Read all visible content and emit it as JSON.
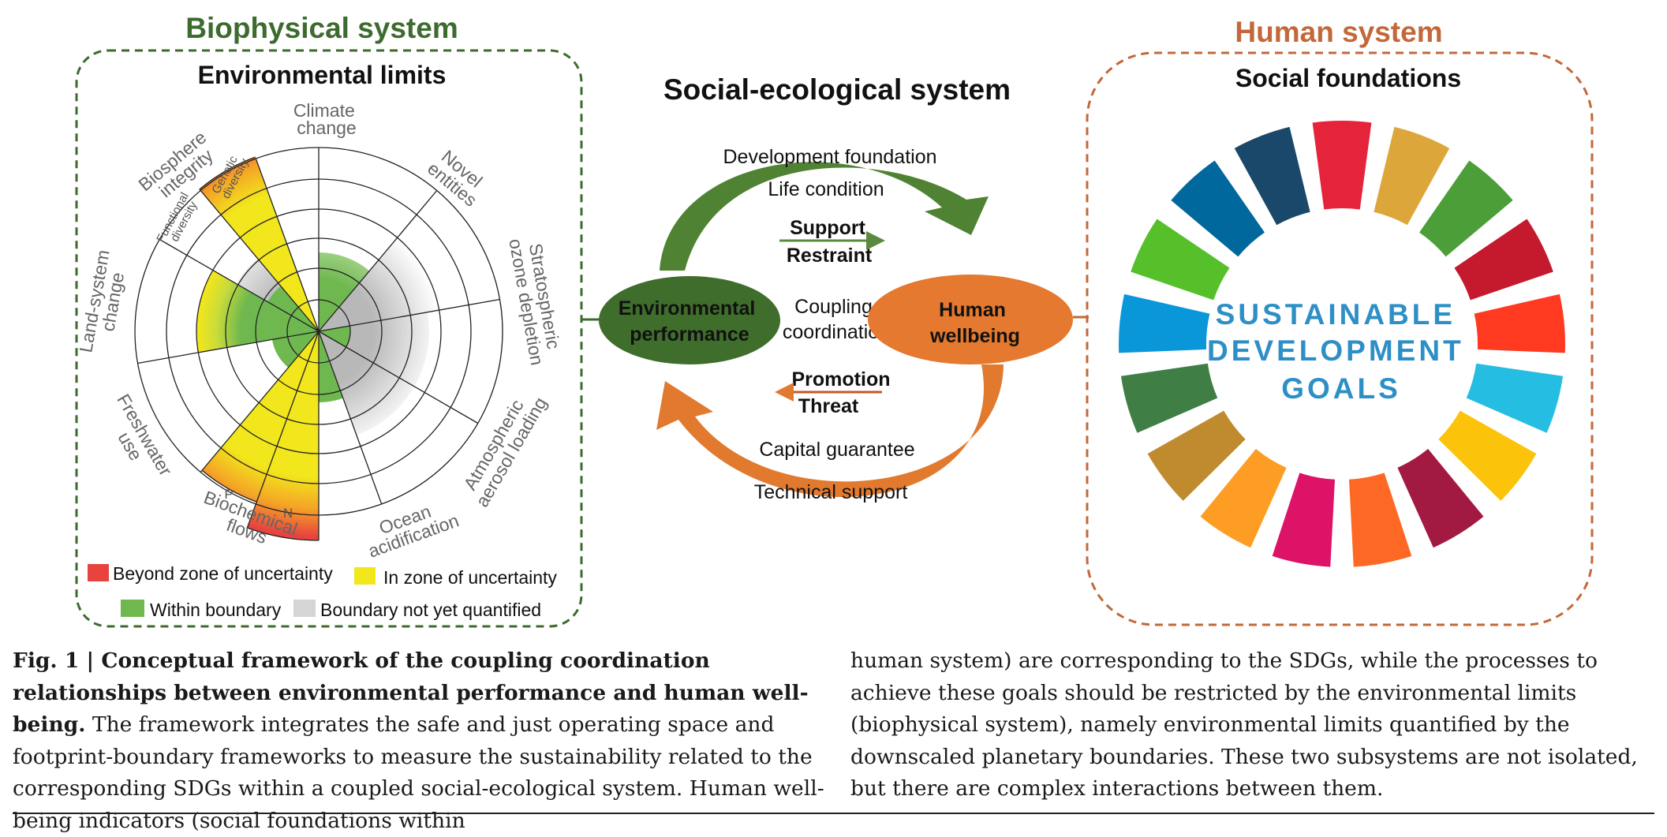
{
  "colors": {
    "green_dark": "#3d6b2e",
    "green_mid": "#5a8a3c",
    "orange": "#e07a2e",
    "brown_dashed": "#c2683a",
    "beyond": "#e8433e",
    "uncertain": "#f2e61c",
    "within": "#6fb84f",
    "not_quantified": "#d5d5d5",
    "sdg_text": "#2e8fc6"
  },
  "left_panel": {
    "system_title": "Biophysical system",
    "panel_title": "Environmental limits",
    "sectors": {
      "climate": [
        "Climate",
        "change"
      ],
      "novel": [
        "Novel",
        "entities"
      ],
      "ozone": [
        "Stratospheric",
        "ozone depletion"
      ],
      "aerosol": [
        "Atmospheric",
        "aerosol loading"
      ],
      "ocean": [
        "Ocean",
        "acidification"
      ],
      "biochem": [
        "Biochemical",
        "flows"
      ],
      "freshwater": [
        "Freshwater",
        "use"
      ],
      "landsystem": [
        "Land-system",
        "change"
      ],
      "biosphere": [
        "Biosphere",
        "integrity"
      ]
    },
    "sub_labels": {
      "genetic": [
        "Genetic",
        "diversity"
      ],
      "functional": [
        "Functional",
        "diversity"
      ],
      "p": "P",
      "n": "N"
    },
    "legend": {
      "beyond": "Beyond zone of uncertainty",
      "uncertain": "In zone of uncertainty",
      "within": "Within boundary",
      "not_quantified": "Boundary not yet quantified"
    }
  },
  "center": {
    "title": "Social-ecological system",
    "development_foundation": "Development foundation",
    "life_condition": "Life condition",
    "support": "Support",
    "restraint": "Restraint",
    "env_node": [
      "Environmental",
      "performance"
    ],
    "coupling": [
      "Coupling",
      "coordination"
    ],
    "human_node": [
      "Human",
      "wellbeing"
    ],
    "promotion": "Promotion",
    "threat": "Threat",
    "capital_guarantee": "Capital guarantee",
    "technical_support": "Technical support"
  },
  "right_panel": {
    "system_title": "Human system",
    "panel_title": "Social foundations",
    "sdg_lines": [
      "SUSTAINABLE",
      "DEVELOPMENT",
      "GOALS"
    ],
    "sdg_colors": [
      "#e5243b",
      "#dda63a",
      "#4c9f38",
      "#c5192d",
      "#ff3a21",
      "#26bde2",
      "#fcc30b",
      "#a21942",
      "#fd6925",
      "#dd1367",
      "#fd9d24",
      "#bf8b2e",
      "#3f7e44",
      "#0a97d9",
      "#56c02b",
      "#00689d",
      "#19486a"
    ]
  },
  "caption": {
    "fig_label": "Fig. 1 | ",
    "bold_title": "Conceptual framework of the coupling coordination relationships between environmental performance and human well-being.",
    "left_text": " The framework integrates the safe and just operating space and footprint-boundary frameworks to measure the sustainability related to the corresponding SDGs within a coupled social-ecological system. Human well-being indicators (social foundations within",
    "right_text": "human system) are corresponding to the SDGs, while the processes to achieve these goals should be restricted by the environmental limits (biophysical system), namely environmental limits quantified by the downscaled planetary boundaries. These two subsystems are not isolated, but there are complex interactions between them."
  }
}
